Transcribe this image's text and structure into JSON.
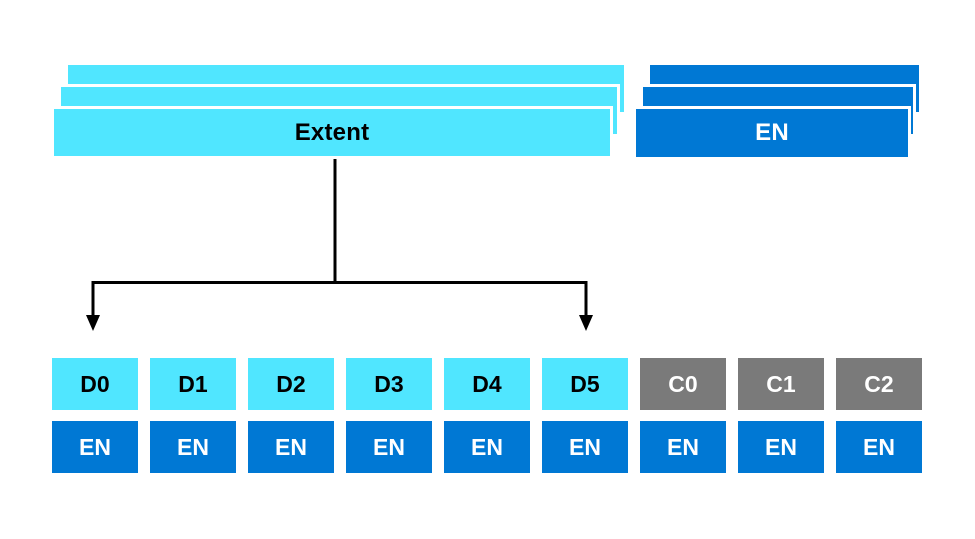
{
  "extent_stack": {
    "label": "Extent",
    "card_count": 3
  },
  "en_stack": {
    "label": "EN",
    "card_count": 3
  },
  "grid": {
    "columns": [
      {
        "top": "D0",
        "bottom": "EN",
        "style": "cyan"
      },
      {
        "top": "D1",
        "bottom": "EN",
        "style": "cyan"
      },
      {
        "top": "D2",
        "bottom": "EN",
        "style": "cyan"
      },
      {
        "top": "D3",
        "bottom": "EN",
        "style": "cyan"
      },
      {
        "top": "D4",
        "bottom": "EN",
        "style": "cyan"
      },
      {
        "top": "D5",
        "bottom": "EN",
        "style": "cyan"
      },
      {
        "top": "C0",
        "bottom": "EN",
        "style": "gray"
      },
      {
        "top": "C1",
        "bottom": "EN",
        "style": "gray"
      },
      {
        "top": "C2",
        "bottom": "EN",
        "style": "gray"
      }
    ]
  },
  "colors": {
    "cyan": "#50e6ff",
    "blue": "#0078d4",
    "gray": "#7a7a7a",
    "arrow": "#000000",
    "background": "#ffffff",
    "card_border": "#ffffff"
  }
}
